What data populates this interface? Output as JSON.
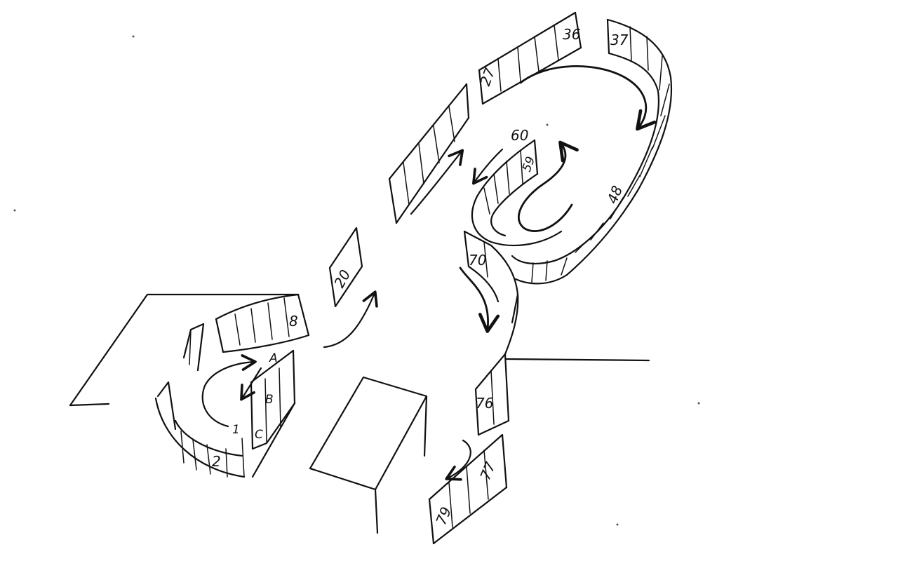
{
  "labels": {
    "l1": "1",
    "l2": "2",
    "l8": "8",
    "l20": "20",
    "l27": "27",
    "l36": "36",
    "l37": "37",
    "l48": "48",
    "l59": "59",
    "l60": "60",
    "l70": "70",
    "l76": "76",
    "l77": "77",
    "l79": "79",
    "lA": "A",
    "lB": "B",
    "lC": "C"
  },
  "colors": {
    "ink": "#111111",
    "paper": "#ffffff"
  }
}
